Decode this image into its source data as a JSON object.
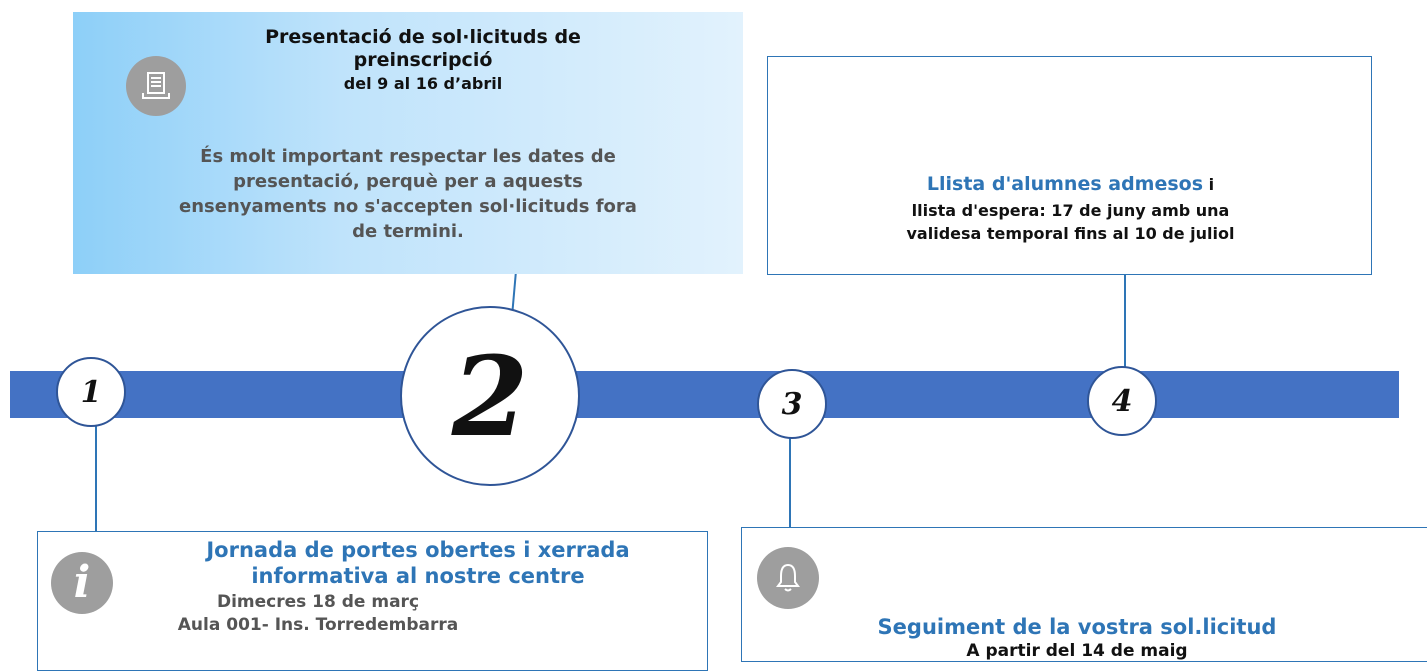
{
  "timeline": {
    "step1": {
      "number": "1"
    },
    "step2": {
      "number": "2"
    },
    "step3": {
      "number": "3"
    },
    "step4": {
      "number": "4"
    }
  },
  "box2": {
    "title_line1": "Presentació de sol·licituds de",
    "title_line2": "preinscripció",
    "dates": "del 9 al 16 d’abril",
    "note_line1": "És molt important respectar les dates de",
    "note_line2": "presentació, perquè per a aquests",
    "note_line3": "ensenyaments no s'accepten sol·licituds fora",
    "note_line4": "de termini.",
    "icon": "document-icon"
  },
  "box4": {
    "heading": "Llista d'alumnes admesos",
    "heading_suffix": " i",
    "line2": "llista d'espera: 17 de juny amb una",
    "line3": "validesa temporal fins al 10 de juliol"
  },
  "box1": {
    "title_line1": "Jornada de portes obertes i xerrada",
    "title_line2": "informativa al nostre centre",
    "line3": "Dimecres 18 de març",
    "line4": "Aula 001- Ins. Torredembarra",
    "icon": "info-icon"
  },
  "box3": {
    "title": "Seguiment de la vostra sol.licitud",
    "subtitle": "A partir del 14 de maig",
    "icon": "bell-icon"
  },
  "colors": {
    "bar": "#4472c4",
    "accent": "#2e75b6",
    "icon_grey": "#9e9e9e"
  }
}
